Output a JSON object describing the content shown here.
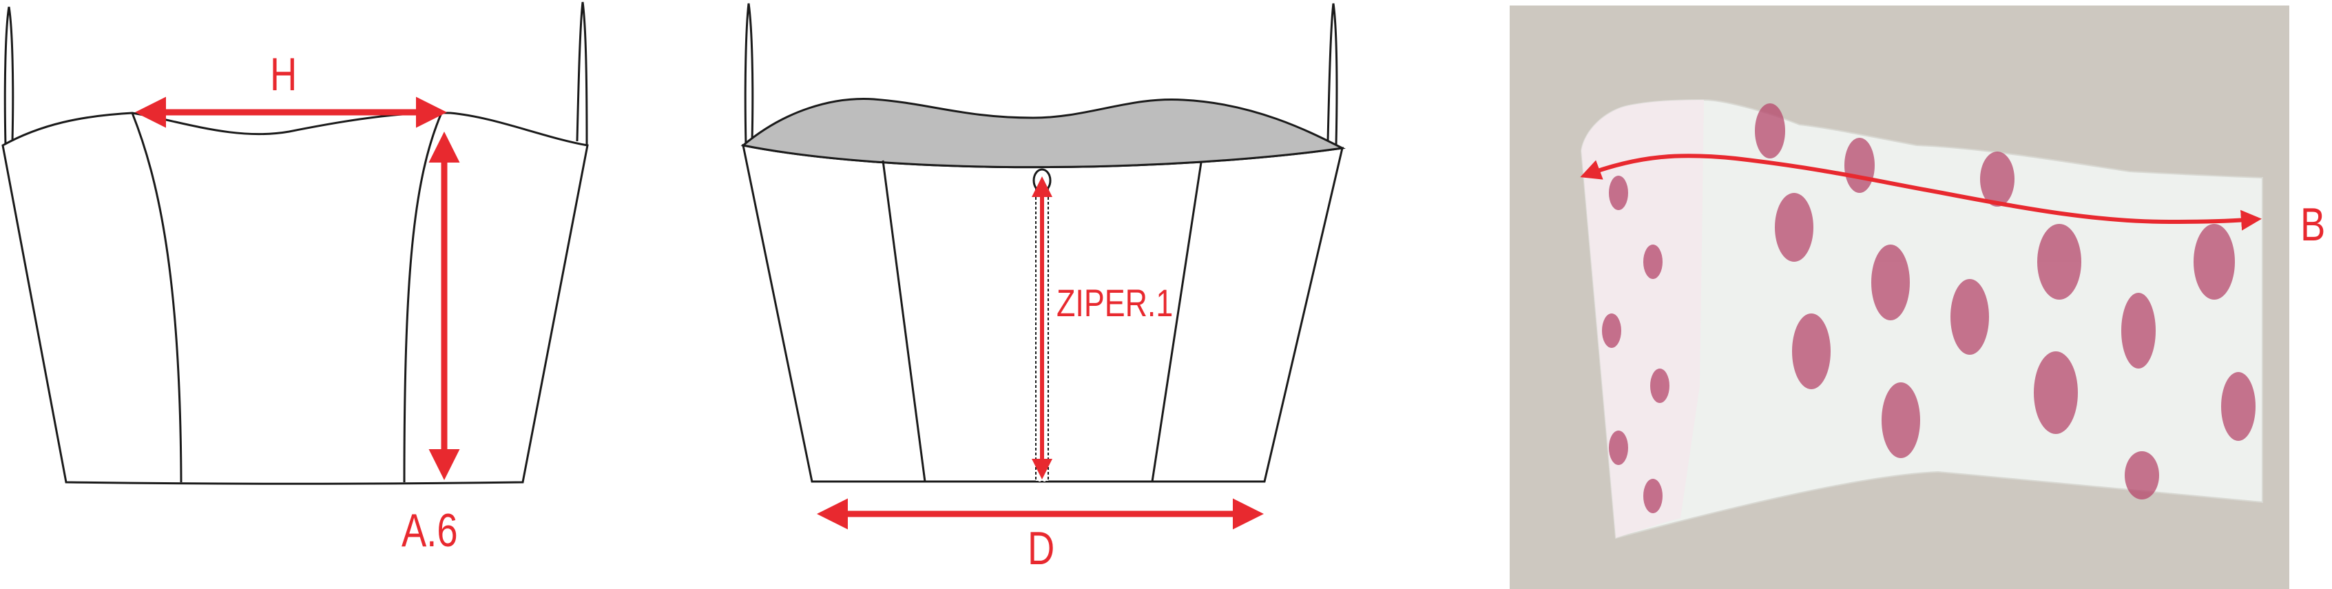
{
  "labels": {
    "front_width": "H",
    "front_length": "A.6",
    "zipper": "ZIPER.1",
    "bottom_width": "D",
    "photo_width": "B"
  },
  "colors": {
    "measure_red": "#e8292f",
    "outline": "#1a1a1a",
    "lining_gray": "#bdbdbd",
    "photo_background": "#cdc8c0",
    "fabric": "#eef1ee",
    "print_pink": "#b5476b"
  }
}
